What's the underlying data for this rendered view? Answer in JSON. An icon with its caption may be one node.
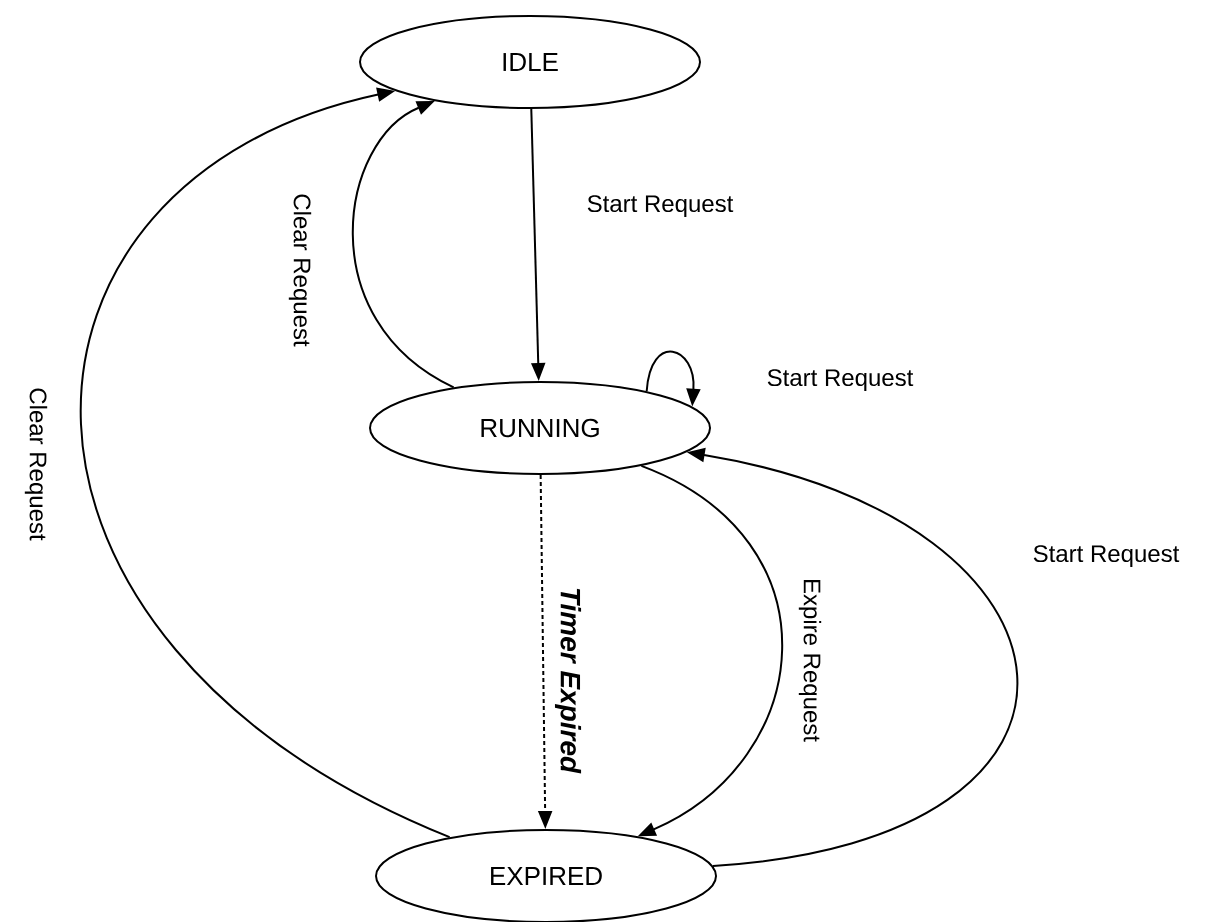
{
  "diagram": {
    "nodes": [
      {
        "text": [
          "IDLE"
        ]
      },
      {
        "text": [
          "RUNNING"
        ]
      },
      {
        "text": [
          "EXPIRED"
        ]
      }
    ],
    "edges": [
      {
        "from": 0,
        "to": 1,
        "arrow": "to",
        "label": "Start Request"
      },
      {
        "from": 1,
        "to": 1,
        "arrow": "to",
        "label": "Start Request"
      },
      {
        "from": 1,
        "to": 0,
        "arrow": "to",
        "label": "Clear Request"
      },
      {
        "from": 2,
        "to": 0,
        "arrow": "to",
        "label": "Clear Request"
      },
      {
        "from": 1,
        "to": 2,
        "arrow": "to",
        "label": "Timer Expired",
        "style": "dashed"
      },
      {
        "from": 1,
        "to": 2,
        "arrow": "to",
        "label": "Expire Request"
      },
      {
        "from": 2,
        "to": 1,
        "arrow": "to",
        "label": "Start Request"
      }
    ]
  }
}
